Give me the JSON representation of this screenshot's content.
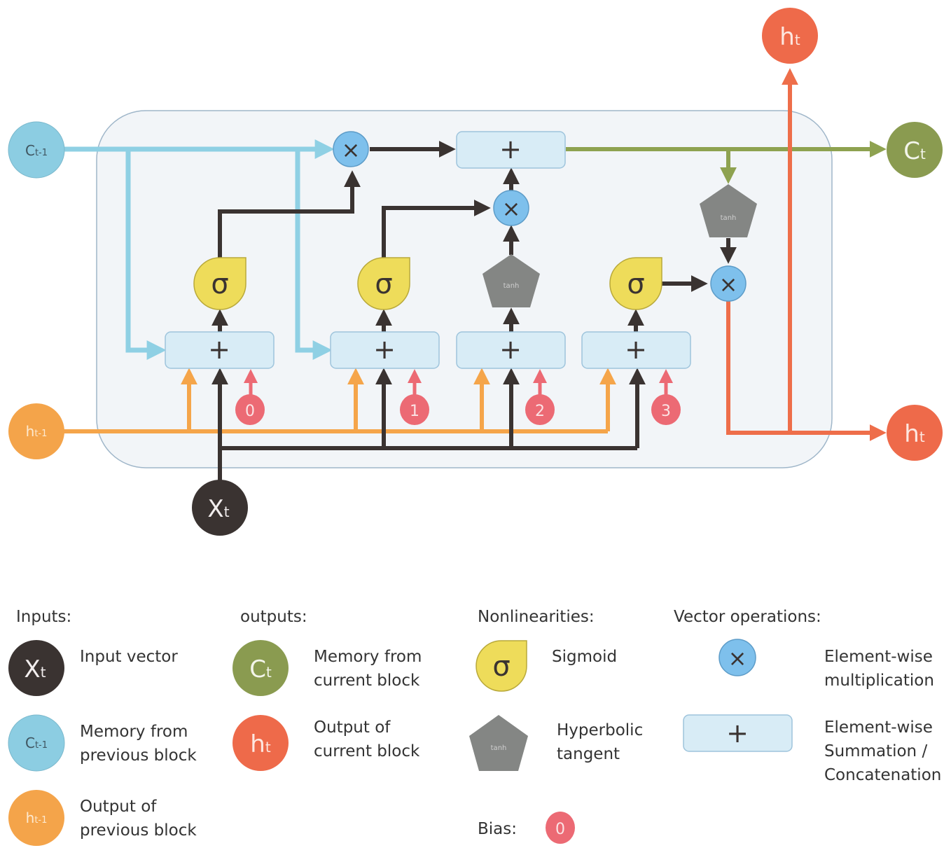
{
  "colors": {
    "cell_bg": "#f2f5f8",
    "cell_border": "#9fb6c9",
    "memory_line": "#8fd0e4",
    "memory_node": "#8ccde2",
    "hidden_line": "#f5a54a",
    "hidden_node": "#f4a44a",
    "input_line": "#3a3331",
    "input_node": "#3a3331",
    "cell_out_line": "#8ea250",
    "cell_out_node": "#8a9b50",
    "hidden_out_line": "#ee6e4a",
    "hidden_out_node": "#ee6a4a",
    "bias": "#ec6a74",
    "sigmoid_fill": "#eedc5a",
    "tanh_fill": "#848684",
    "mult_fill": "#7ec0ec",
    "sum_fill": "#d8ecf6",
    "sum_border": "#9ec4dc"
  },
  "nodes": {
    "c_prev": {
      "main": "C",
      "sub": "t-1"
    },
    "h_prev": {
      "main": "h",
      "sub": "t-1"
    },
    "x_t": {
      "main": "X",
      "sub": "t"
    },
    "c_t": {
      "main": "C",
      "sub": "t"
    },
    "h_t_right": {
      "main": "h",
      "sub": "t"
    },
    "h_t_top": {
      "main": "h",
      "sub": "t"
    }
  },
  "ops": {
    "sigmoid_symbol": "σ",
    "tanh_label": "tanh",
    "mult_symbol": "×",
    "sum_symbol": "+"
  },
  "biases": [
    "0",
    "1",
    "2",
    "3"
  ],
  "legend": {
    "inputs": {
      "title": "Inputs:",
      "items": [
        {
          "main": "X",
          "sub": "t",
          "line1": "Input vector",
          "line2": ""
        },
        {
          "main": "C",
          "sub": "t-1",
          "line1": "Memory from",
          "line2": "previous block"
        },
        {
          "main": "h",
          "sub": "t-1",
          "line1": "Output of",
          "line2": "previous block"
        }
      ]
    },
    "outputs": {
      "title": "outputs:",
      "items": [
        {
          "main": "C",
          "sub": "t",
          "line1": "Memory from",
          "line2": "current block"
        },
        {
          "main": "h",
          "sub": "t",
          "line1": "Output of",
          "line2": "current block"
        }
      ]
    },
    "nonlinearities": {
      "title": "Nonlinearities:",
      "items": [
        {
          "line1": "Sigmoid",
          "line2": ""
        },
        {
          "line1": "Hyperbolic",
          "line2": "tangent"
        }
      ]
    },
    "vector_ops": {
      "title": "Vector operations:",
      "items": [
        {
          "line1": "Element-wise",
          "line2": "multiplication",
          "line3": ""
        },
        {
          "line1": "Element-wise",
          "line2": "Summation /",
          "line3": "Concatenation"
        }
      ]
    },
    "bias": {
      "title": "Bias:",
      "value": "0"
    }
  }
}
